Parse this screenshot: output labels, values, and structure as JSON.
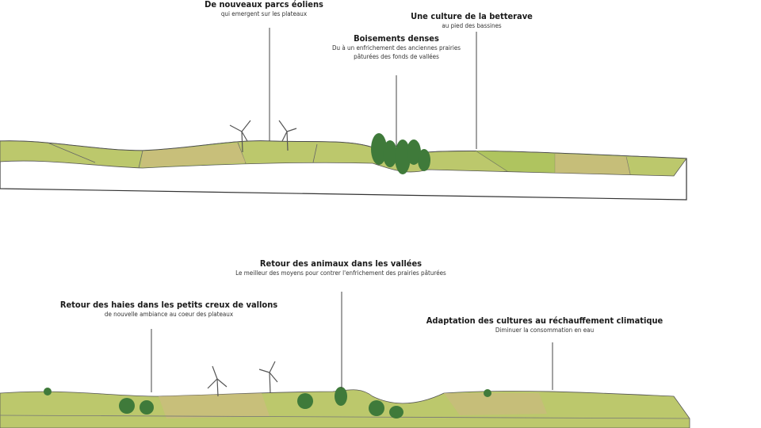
{
  "top_scene": {
    "annotations": [
      {
        "title": "De nouveaux parcs éoliens",
        "subtitle": [
          "qui emergent sur les plateaux"
        ]
      },
      {
        "title": "Une culture de la betterave",
        "subtitle": [
          "au pied des bassines"
        ]
      },
      {
        "title": "Boisements denses",
        "subtitle": [
          "Du à un enfrichement des anciennes prairies",
          "pâturées des fonds de vallées"
        ]
      }
    ]
  },
  "bottom_scene": {
    "annotations": [
      {
        "title": "Retour des animaux dans les vallées",
        "subtitle": [
          "Le meilleur des moyens pour contrer l'enfrichement des prairies pâturées"
        ]
      },
      {
        "title": "Retour des haies dans les petits creux de vallons",
        "subtitle": [
          "de nouvelle ambiance au coeur des plateaux"
        ]
      },
      {
        "title": "Adaptation des cultures au réchauffement climatique",
        "subtitle": [
          "Diminuer la consommation en eau"
        ]
      }
    ]
  },
  "colors": {
    "field_green": "#b9c76a",
    "field_tan": "#c9b77d",
    "forest": "#3f7a3a",
    "ground": "#ffffff"
  }
}
